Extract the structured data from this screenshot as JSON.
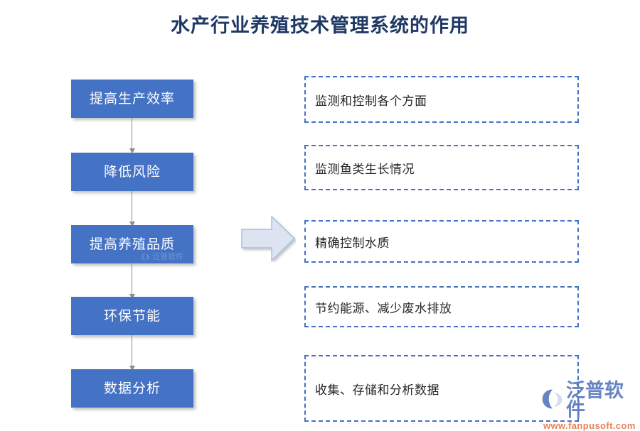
{
  "page": {
    "title": "水产行业养殖技术管理系统的作用",
    "background_color": "#ffffff",
    "title_color": "#1f3864"
  },
  "colors": {
    "box_fill": "#4472c4",
    "box_text": "#ffffff",
    "dashed_border": "#4472c4",
    "detail_text": "#262626",
    "connector": "#8c8c8c",
    "arrow_fill": "#dce3f1",
    "arrow_border": "#a9bcdd",
    "logo_blue": "#5b79bd",
    "logo_orange": "#e8774a"
  },
  "flow": {
    "items": [
      {
        "label": "提高生产效率"
      },
      {
        "label": "降低风险"
      },
      {
        "label": "提高养殖品质"
      },
      {
        "label": "环保节能"
      },
      {
        "label": "数据分析"
      }
    ]
  },
  "details": {
    "items": [
      {
        "label": "监测和控制各个方面"
      },
      {
        "label": "监测鱼类生长情况"
      },
      {
        "label": "精确控制水质"
      },
      {
        "label": "节约能源、减少废水排放"
      },
      {
        "label": "收集、存储和分析数据"
      }
    ]
  },
  "connector_arrow": {
    "icon": "right-arrow-icon"
  },
  "watermark": {
    "center_text": "泛普软件",
    "logo_name": "泛普软件",
    "logo_url": "www.fanpusoft.com"
  }
}
